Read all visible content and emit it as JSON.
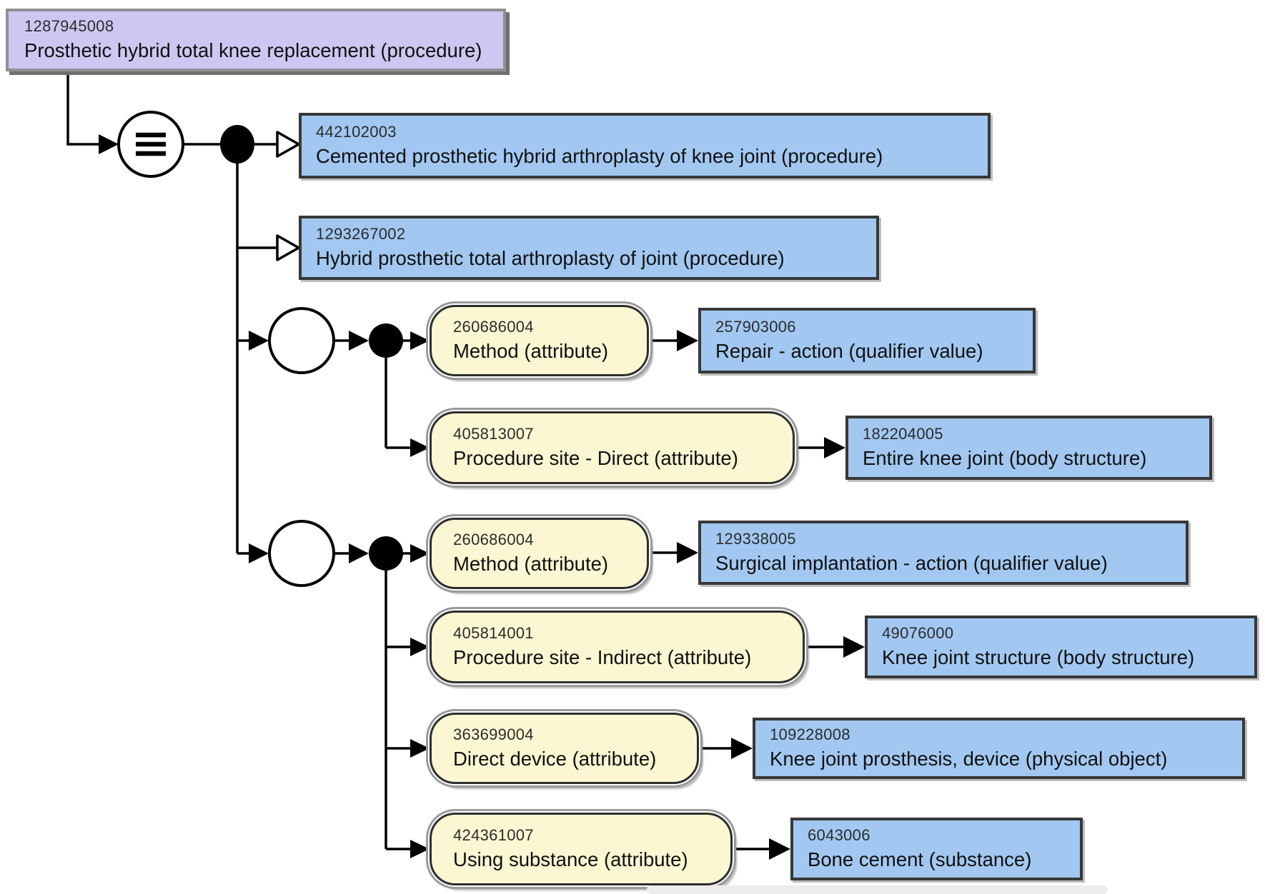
{
  "diagram": {
    "kind": "snomed-concept-definition-diagram",
    "focus_concept": {
      "id": "1287945008",
      "term": "Prosthetic hybrid total knee replacement (procedure)"
    },
    "definition_status_icon": "equivalent-to",
    "parents": [
      {
        "id": "442102003",
        "term": "Cemented prosthetic hybrid arthroplasty of knee joint (procedure)"
      },
      {
        "id": "1293267002",
        "term": "Hybrid prosthetic total arthroplasty of joint (procedure)"
      }
    ],
    "role_groups": [
      {
        "relationships": [
          {
            "attribute": {
              "id": "260686004",
              "term": "Method (attribute)"
            },
            "value": {
              "id": "257903006",
              "term": "Repair - action (qualifier value)"
            }
          },
          {
            "attribute": {
              "id": "405813007",
              "term": "Procedure site - Direct (attribute)"
            },
            "value": {
              "id": "182204005",
              "term": "Entire knee joint (body structure)"
            }
          }
        ]
      },
      {
        "relationships": [
          {
            "attribute": {
              "id": "260686004",
              "term": "Method (attribute)"
            },
            "value": {
              "id": "129338005",
              "term": "Surgical implantation - action (qualifier value)"
            }
          },
          {
            "attribute": {
              "id": "405814001",
              "term": "Procedure site - Indirect (attribute)"
            },
            "value": {
              "id": "49076000",
              "term": "Knee joint structure (body structure)"
            }
          },
          {
            "attribute": {
              "id": "363699004",
              "term": "Direct device (attribute)"
            },
            "value": {
              "id": "109228008",
              "term": "Knee joint prosthesis, device (physical object)"
            }
          },
          {
            "attribute": {
              "id": "424361007",
              "term": "Using substance (attribute)"
            },
            "value": {
              "id": "6043006",
              "term": "Bone cement (substance)"
            }
          }
        ]
      }
    ],
    "colors": {
      "focus_fill": "#ccc8f1",
      "concept_fill": "#a2c8f1",
      "attribute_fill": "#fbf7d2",
      "border_dark": "#383838",
      "border_gray": "#8f8f8f",
      "line": "#000000"
    }
  }
}
